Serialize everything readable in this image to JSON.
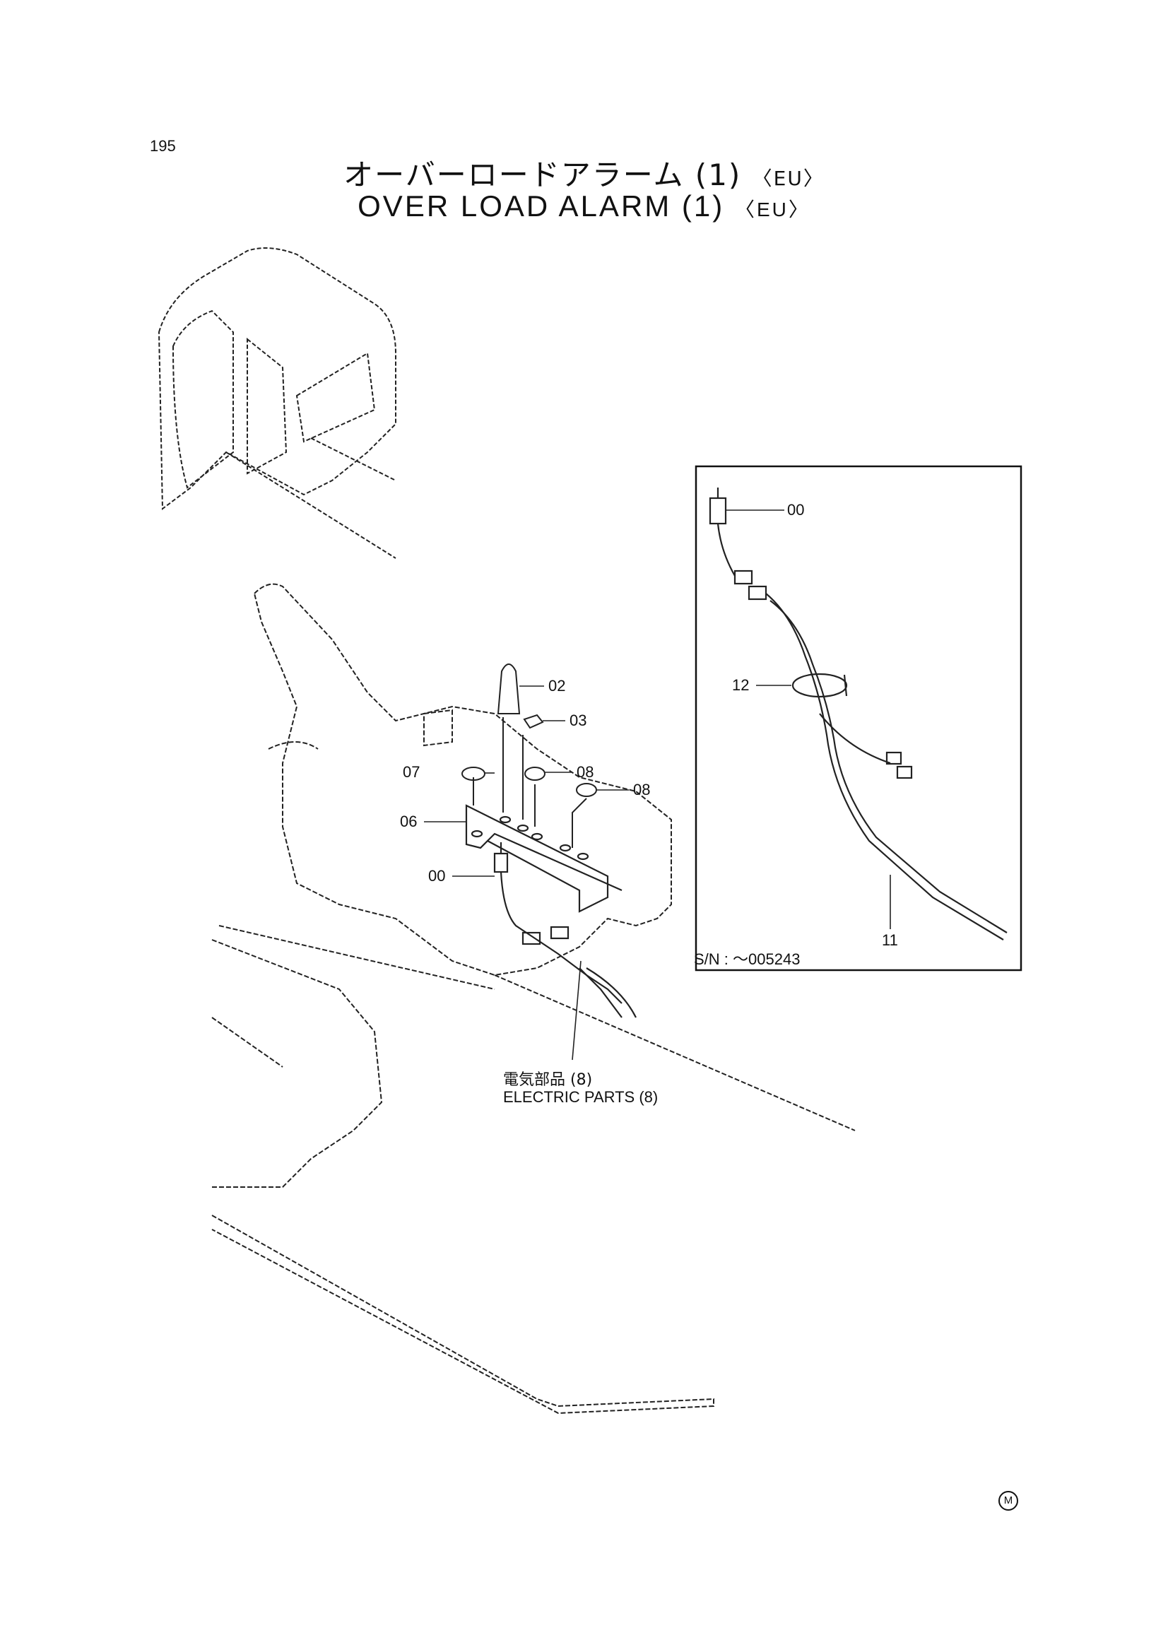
{
  "page_number": "195",
  "title_jp": "オーバーロードアラーム (1)",
  "title_en": "OVER LOAD ALARM (1)",
  "region_tag": "〈EU〉",
  "callouts": {
    "c00_main": "00",
    "c02": "02",
    "c03": "03",
    "c06": "06",
    "c07": "07",
    "c08_a": "08",
    "c08_b": "08",
    "c00_inset": "00",
    "c11": "11",
    "c12": "12"
  },
  "reference_jp": "電気部品 (8)",
  "reference_en": "ELECTRIC PARTS (8)",
  "serial_note": "S/N : ～005243",
  "corner_mark": "M"
}
